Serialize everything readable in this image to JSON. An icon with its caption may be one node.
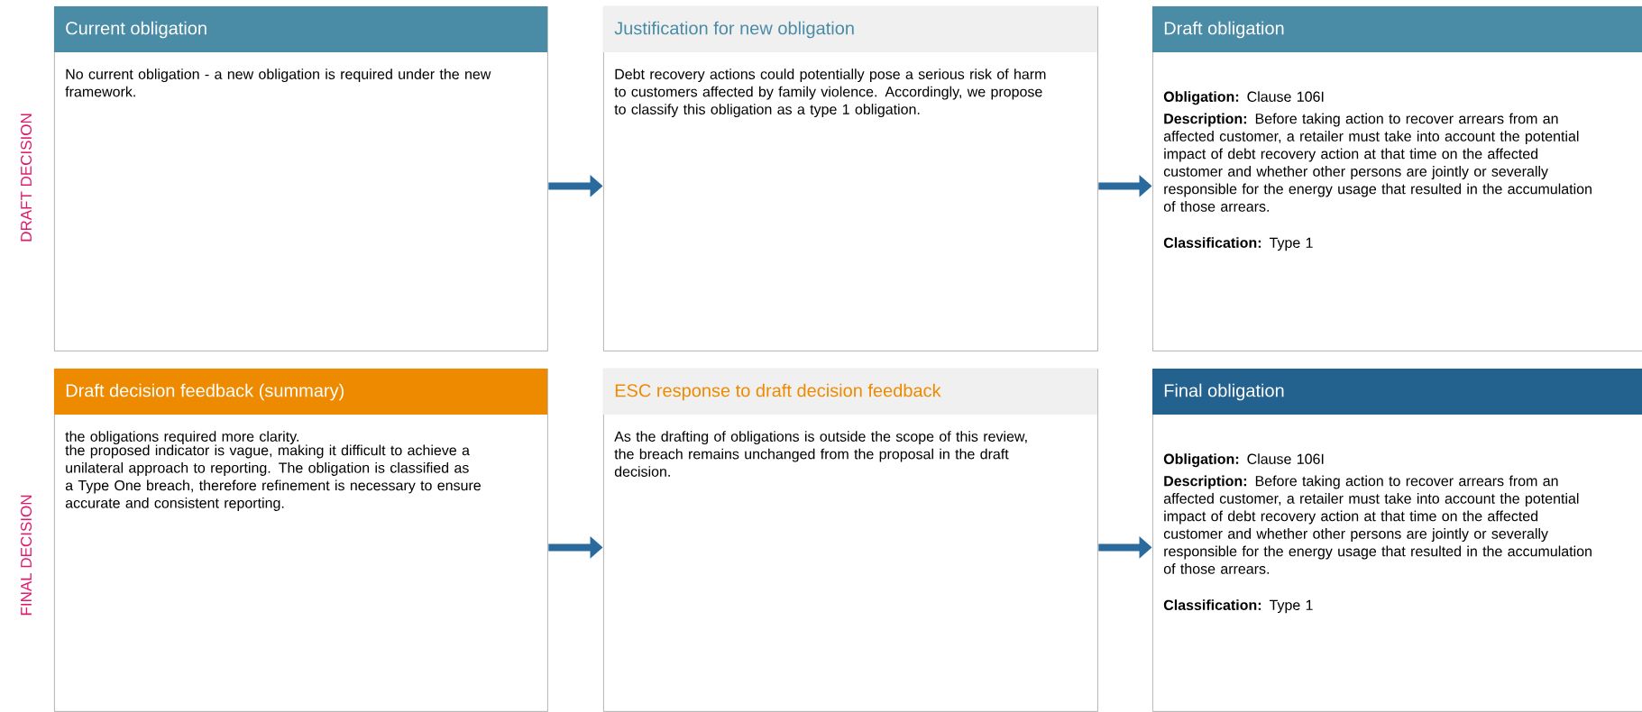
{
  "diagram": {
    "nodes": [
      {
        "text": [
          "Current obligation",
          "No current obligation - a new obligation is required under the new framework."
        ]
      },
      {
        "text": [
          "Justification for new obligation",
          "Debt recovery actions could potentially pose a serious risk of harm to customers affected by family violence. Accordingly, we propose to classify this obligation as a type 1 obligation."
        ]
      },
      {
        "text": [
          "Draft obligation",
          "**Obligation:** Clause 106I",
          "**Description:** Before taking action to recover arrears from an affected customer, a retailer must take into account the potential impact of debt recovery action at that time on the affected customer and whether other persons are jointly or severally responsible for the energy usage that resulted in the accumulation of those arrears.",
          "**Classification:** Type 1"
        ]
      },
      {
        "text": [
          "Draft decision feedback (summary)",
          "the obligations required more clarity.",
          "the proposed indicator is vague, making it difficult to achieve a unilateral approach to reporting. The obligation is classified as a Type One breach, therefore refinement is necessary to ensure accurate and consistent reporting."
        ]
      },
      {
        "text": [
          "ESC response to draft decision feedback",
          "As the drafting of obligations is outside the scope of this review, the breach remains unchanged from the proposal in the draft decision."
        ]
      },
      {
        "text": [
          "Final obligation",
          "**Obligation:** Clause 106I",
          "**Description:** Before taking action to recover arrears from an affected customer, a retailer must take into account the potential impact of debt recovery action at that time on the affected customer and whether other persons are jointly or severally responsible for the energy usage that resulted in the accumulation of those arrears.",
          "**Classification:** Type 1"
        ]
      }
    ],
    "edges": [
      {
        "from": 0,
        "to": 1,
        "arrow": "to"
      },
      {
        "from": 1,
        "to": 2,
        "arrow": "to"
      },
      {
        "from": 3,
        "to": 4,
        "arrow": "to"
      },
      {
        "from": 4,
        "to": 5,
        "arrow": "to"
      }
    ],
    "labels": [
      "DRAFT DECISION",
      "FINAL DECISION"
    ]
  }
}
